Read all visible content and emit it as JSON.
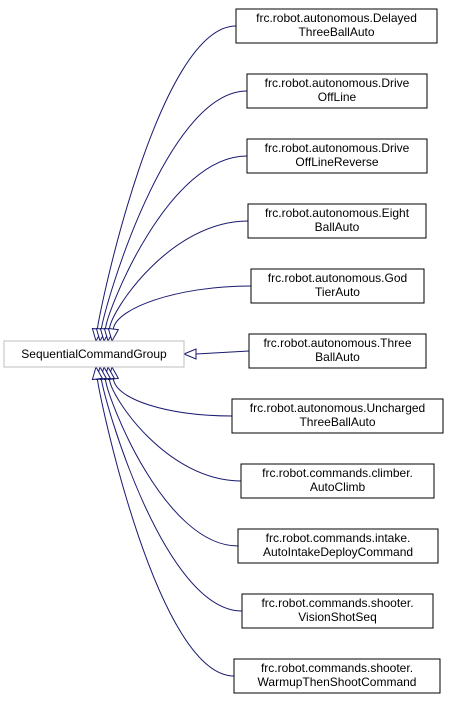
{
  "colors": {
    "edge": "#191970",
    "node_border": "#000000",
    "base_border": "#bfbfbf",
    "text": "#000000",
    "background": "#ffffff"
  },
  "base_node": {
    "label": "SequentialCommandGroup"
  },
  "derived_nodes": [
    {
      "id": "delayed-three-ball-auto",
      "lines": [
        "frc.robot.autonomous.Delayed",
        "ThreeBallAuto"
      ]
    },
    {
      "id": "drive-off-line",
      "lines": [
        "frc.robot.autonomous.Drive",
        "OffLine"
      ]
    },
    {
      "id": "drive-off-line-reverse",
      "lines": [
        "frc.robot.autonomous.Drive",
        "OffLineReverse"
      ]
    },
    {
      "id": "eight-ball-auto",
      "lines": [
        "frc.robot.autonomous.Eight",
        "BallAuto"
      ]
    },
    {
      "id": "god-tier-auto",
      "lines": [
        "frc.robot.autonomous.God",
        "TierAuto"
      ]
    },
    {
      "id": "three-ball-auto",
      "lines": [
        "frc.robot.autonomous.Three",
        "BallAuto"
      ]
    },
    {
      "id": "uncharged-three-ball-auto",
      "lines": [
        "frc.robot.autonomous.Uncharged",
        "ThreeBallAuto"
      ]
    },
    {
      "id": "auto-climb",
      "lines": [
        "frc.robot.commands.climber.",
        "AutoClimb"
      ]
    },
    {
      "id": "auto-intake-deploy-command",
      "lines": [
        "frc.robot.commands.intake.",
        "AutoIntakeDeployCommand"
      ]
    },
    {
      "id": "vision-shot-seq",
      "lines": [
        "frc.robot.commands.shooter.",
        "VisionShotSeq"
      ]
    },
    {
      "id": "warmup-then-shoot-command",
      "lines": [
        "frc.robot.commands.shooter.",
        "WarmupThenShootCommand"
      ]
    }
  ]
}
